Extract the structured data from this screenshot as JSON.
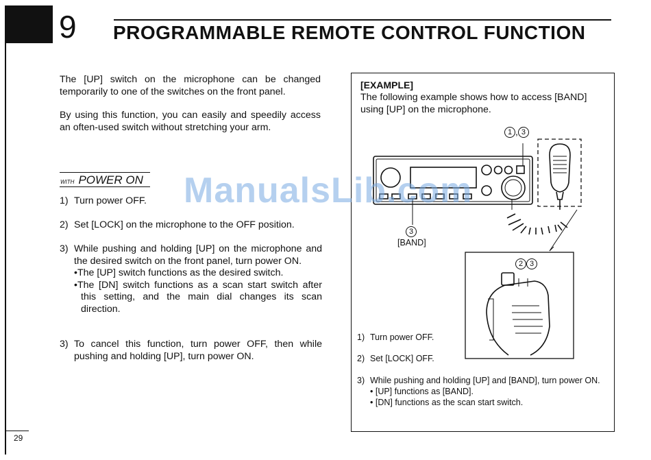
{
  "chapter": {
    "number": "9",
    "title": "PROGRAMMABLE REMOTE CONTROL FUNCTION"
  },
  "intro": [
    "The [UP] switch on the microphone can be changed temporarily to one of the switches on the front panel.",
    "By using this function, you can easily and speedily access an often-used switch without stretching your arm."
  ],
  "section": {
    "prefix": "WITH",
    "title": "POWER ON"
  },
  "steps": [
    {
      "num": "1)",
      "text": "Turn power OFF."
    },
    {
      "num": "2)",
      "text": "Set [LOCK] on the microphone to the OFF position."
    },
    {
      "num": "3)",
      "text": "While pushing and holding [UP] on the microphone and the desired switch on the front panel, turn power ON.",
      "bullets": [
        "•The [UP] switch functions as the desired switch.",
        "•The [DN] switch functions as a scan start switch after this setting, and the main dial changes its scan direction."
      ]
    },
    {
      "num": "3)",
      "text": "To cancel this function, turn power OFF, then while pushing and holding [UP], turn power ON."
    }
  ],
  "watermark": "ManualsLib.com",
  "example": {
    "title": "[EXAMPLE]",
    "text": "The following example shows how to access [BAND] using [UP] on the microphone.",
    "callout_top": [
      "1",
      ",",
      "3"
    ],
    "callout_band_num": "3",
    "band_label": "[BAND]",
    "callout_mic": [
      "2",
      "3"
    ],
    "steps": [
      {
        "num": "1)",
        "text": "Turn power OFF."
      },
      {
        "num": "2)",
        "text": "Set [LOCK] OFF."
      },
      {
        "num": "3)",
        "text": "While pushing and holding [UP] and [BAND], turn power ON.",
        "bullets": [
          "• [UP] functions as [BAND].",
          "• [DN] functions as the scan start switch."
        ]
      }
    ]
  },
  "page_number": "29"
}
